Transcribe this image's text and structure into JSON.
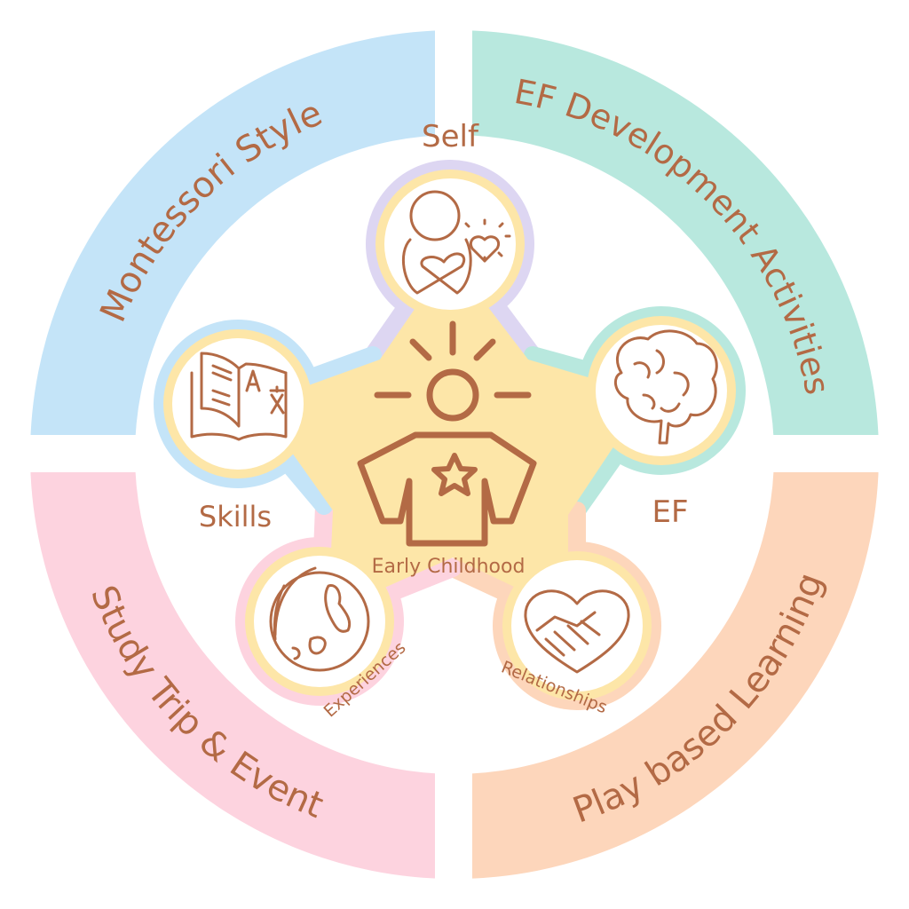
{
  "center": {
    "label": "Early Childhood",
    "icon": "child-star-icon"
  },
  "quadrants": [
    {
      "label": "Montessori Style",
      "color": "#c4e4f8"
    },
    {
      "label": "EF Development Activities",
      "color": "#b8e8de"
    },
    {
      "label": "Study Trip & Event",
      "color": "#fdd3df"
    },
    {
      "label": "Play based Learning",
      "color": "#fdd6bb"
    }
  ],
  "nodes": [
    {
      "label": "Self",
      "icon": "self-love-icon",
      "color": "#ddd6f2"
    },
    {
      "label": "EF",
      "icon": "brain-icon",
      "color": "#b8e8de"
    },
    {
      "label": "Relationships",
      "icon": "handshake-heart-icon",
      "color": "#fdd6bb"
    },
    {
      "label": "Experiences",
      "icon": "globe-icon",
      "color": "#fdd3df"
    },
    {
      "label": "Skills",
      "icon": "book-translate-icon",
      "color": "#c4e4f8"
    }
  ],
  "colors": {
    "text": "#b36a45",
    "star": "#fde6a8",
    "ring": "#fde6a8"
  }
}
